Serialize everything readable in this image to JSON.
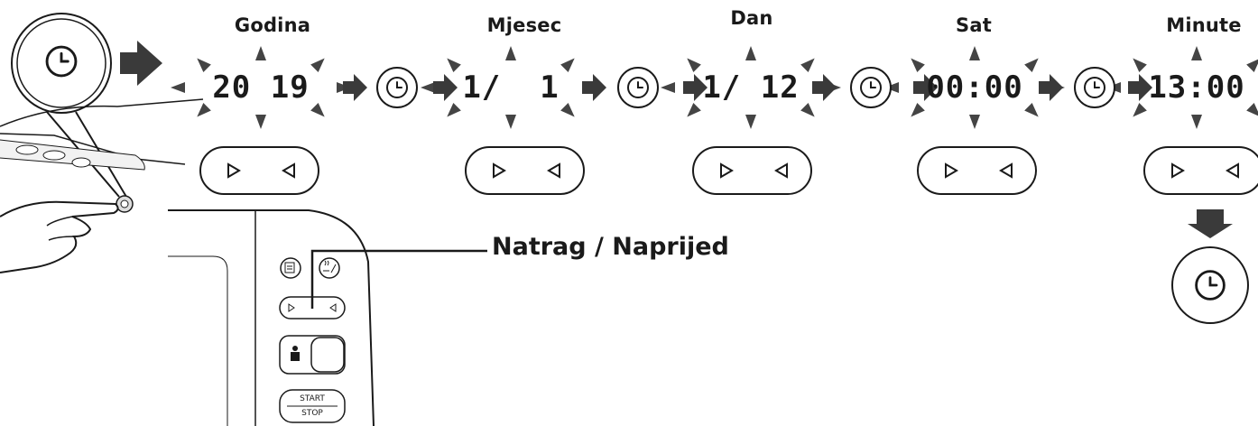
{
  "steps": [
    {
      "title": "Godina",
      "display": "20 19"
    },
    {
      "title": "Mjesec",
      "display": "1/  1"
    },
    {
      "title": "Dan",
      "display": "1/ 12"
    },
    {
      "title": "Sat",
      "display": "00:00"
    },
    {
      "title": "Minute",
      "display": "13:00"
    }
  ],
  "callout_label": "Natrag / Naprijed",
  "panel": {
    "start_label": "START",
    "stop_label": "STOP"
  },
  "icons": {
    "clock": "clock-icon",
    "left": "left-triangle-icon",
    "right": "right-triangle-icon",
    "arrow": "arrow-right-icon",
    "arrow_down": "arrow-down-icon"
  },
  "colors": {
    "line": "#1a1a1a",
    "arrow": "#3a3a3a",
    "panel_fill": "#f2f2f2"
  }
}
